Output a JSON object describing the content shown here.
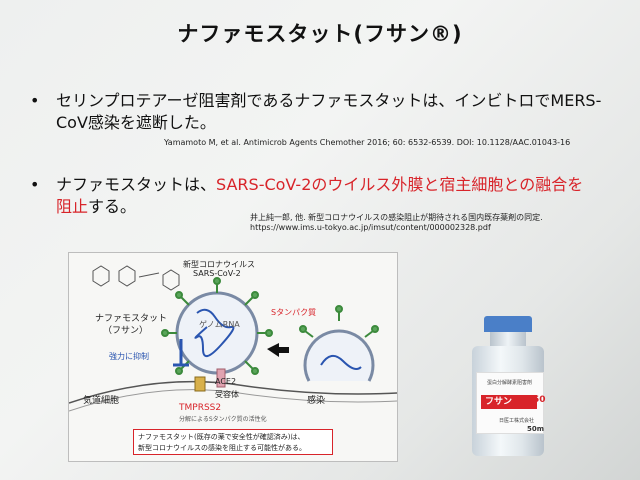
{
  "title": "ナファモスタット(フサン®)",
  "bullets": [
    {
      "symbol": "•",
      "line1": "セリンプロテアーゼ阻害剤であるナファモスタットは、インビトロでMERS-",
      "line2": "CoV感染を遮断した。"
    },
    {
      "symbol": "•",
      "pre": "ナファモスタットは、",
      "highlight1": "SARS-CoV-2のウイルス外膜と宿主細胞との融合を",
      "highlight2": "阻止",
      "post": "する。"
    }
  ],
  "citations": {
    "ref1": "Yamamoto M, et al. Antimicrob Agents Chemother 2016; 60: 6532-6539. DOI: 10.1128/AAC.01043-16",
    "ref2_line1": "井上純一郎, 他. 新型コロナウイルスの感染阻止が期待される国内既存薬剤の同定.",
    "ref2_line2": "https://www.ims.u-tokyo.ac.jp/imsut/content/000002328.pdf"
  },
  "diagram": {
    "virus_label": "新型コロナウイルス",
    "virus_name": "SARS-CoV-2",
    "drug_label1": "ナファモスタット",
    "drug_label2": "（フサン）",
    "genome_label": "ゲノムRNA",
    "s_protein_label": "Sタンパク質",
    "inhibit_label": "強力に抑制",
    "ace2_label": "ACE2",
    "receptor_label": "受容体",
    "cell_label": "気道細胞",
    "infection_label": "感染",
    "tmprss2_label": "TMPRSS2",
    "tmprss2_sub": "分解によるSタンパク質の活性化",
    "note_line1": "ナファモスタット(既存の薬で安全性が確認済み)は、",
    "note_line2": "新型コロナウイルスの感染を阻止する可能性がある。"
  },
  "vial": {
    "top_text": "蛋白分解酵素阻害剤",
    "brand": "フサン",
    "dose": "50",
    "maker": "日医工株式会社",
    "dose_side": "50m"
  },
  "colors": {
    "highlight": "#d8242a",
    "inhibit_blue": "#2a55b0",
    "vial_cap": "#4a7fc8"
  }
}
